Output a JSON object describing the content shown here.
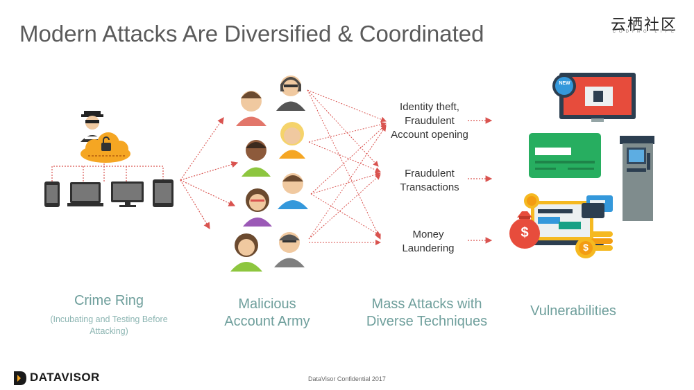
{
  "title": "Modern Attacks Are Diversified & Coordinated",
  "logo": {
    "cn": "云栖社区",
    "sub": "CODING LIFE"
  },
  "columns": {
    "crime_ring": {
      "label": "Crime Ring",
      "sub": "(Incubating and Testing Before Attacking)"
    },
    "army": {
      "label_1": "Malicious",
      "label_2": "Account Army"
    },
    "mass": {
      "label_1": "Mass Attacks with",
      "label_2": "Diverse Techniques"
    },
    "vuln": {
      "label": "Vulnerabilities"
    }
  },
  "techniques": {
    "t1": [
      "Identity theft,",
      "Fraudulent",
      "Account opening"
    ],
    "t2": [
      "Fraudulent",
      "Transactions"
    ],
    "t3": [
      "Money",
      "Laundering"
    ]
  },
  "icons": {
    "new_badge": "NEW",
    "money_bag": "$",
    "coin": "$"
  },
  "footer": "DataVisor Confidential 2017",
  "brand": "DATAVISOR",
  "colors": {
    "arrow": "#d9534f",
    "label": "#6f9f9c",
    "card": "#27ae60",
    "money": "#e74c3c",
    "gold": "#f5b921"
  }
}
